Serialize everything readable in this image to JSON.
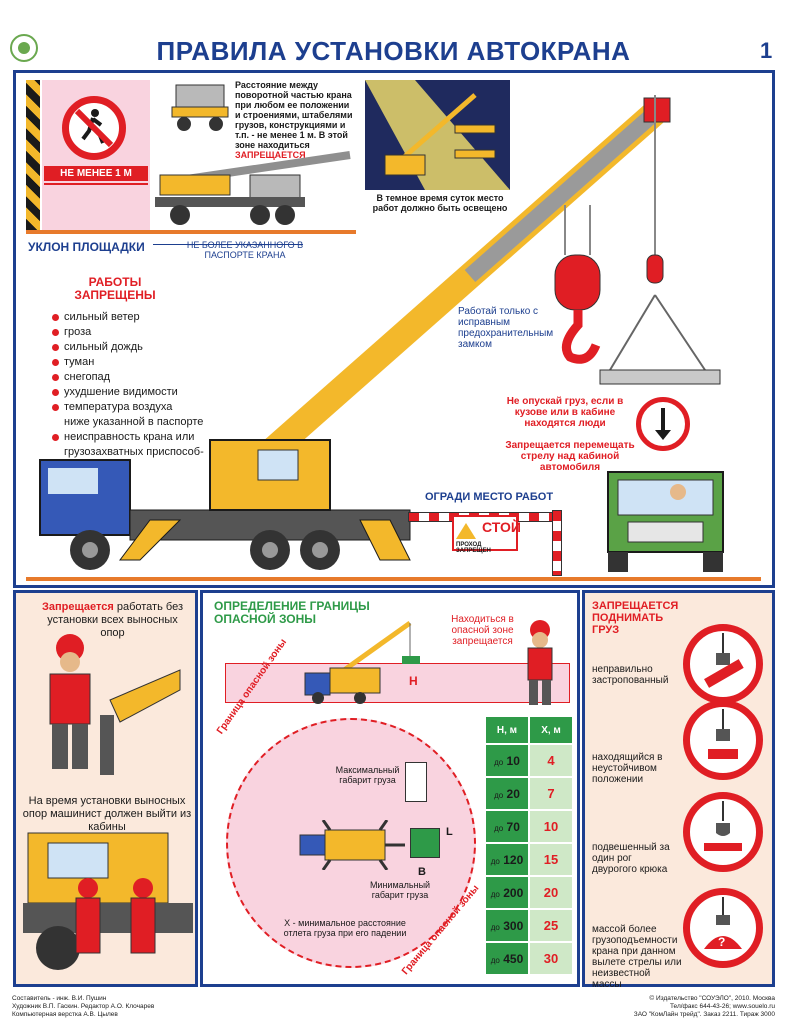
{
  "title": "ПРАВИЛА УСТАНОВКИ АВТОКРАНА",
  "page_number": "1",
  "top": {
    "min_distance_label": "НЕ МЕНЕЕ 1 М",
    "distance_rule": "Расстояние между поворотной частью крана при любом ее положении и строениями, штабелями грузов, конструкциями и т.п. - не менее 1 м. В этой зоне находиться",
    "distance_forbidden": "ЗАПРЕЩАЕТСЯ",
    "night_rule": "В темное время суток место работ должно быть освещено",
    "slope_title": "УКЛОН ПЛОЩАДКИ",
    "slope_note": "НЕ БОЛЕЕ УКАЗАННОГО В ПАСПОРТЕ КРАНА",
    "works_forbidden": "РАБОТЫ ЗАПРЕЩЕНЫ",
    "conditions": [
      {
        "text": "сильный ветер",
        "dot": true
      },
      {
        "text": "гроза",
        "dot": true
      },
      {
        "text": "сильный дождь",
        "dot": true
      },
      {
        "text": "туман",
        "dot": true
      },
      {
        "text": "снегопад",
        "dot": true
      },
      {
        "text": "ухудшение видимости",
        "dot": true
      },
      {
        "text": "температура воздуха",
        "dot": true
      },
      {
        "text": "ниже указанной в паспорте",
        "dot": false
      },
      {
        "text": "неисправность крана или",
        "dot": true
      },
      {
        "text": "грузозахватных приспособ-",
        "dot": false
      },
      {
        "text": "лений",
        "dot": false
      }
    ],
    "hook_rule": "Работай только с исправным предохранительным замком",
    "no_lower_rule": "Не опускай груз, если в кузове или в кабине находятся люди",
    "no_boom_rule": "Запрещается перемещать стрелу над кабиной автомобиля",
    "fence_rule": "ОГРАДИ МЕСТО РАБОТ",
    "stop_sign": "СТОЙ",
    "stop_sub": "ПРОХОД ЗАПРЕЩЕН"
  },
  "left": {
    "outriggers_forbidden": "Запрещается",
    "outriggers_rule": "работать без установки всех выносных опор",
    "operator_rule": "На время установки выносных опор машинист должен выйти из кабины"
  },
  "middle": {
    "title": "ОПРЕДЕЛЕНИЕ ГРАНИЦЫ ОПАСНОЙ ЗОНЫ",
    "in_zone_rule": "Находиться в опасной зоне запрещается",
    "h_label": "Н",
    "zone_border_label": "Граница опасной зоны",
    "max_size": "Максимальный габарит груза",
    "min_size": "Минимальный габарит груза",
    "l_label": "L",
    "b_label": "В",
    "x_note": "Х - минимальное расстояние отлета груза при его падении",
    "table_head": [
      "Н, м",
      "Х, м"
    ],
    "table_rows": [
      {
        "h": "10",
        "x": "4"
      },
      {
        "h": "20",
        "x": "7"
      },
      {
        "h": "70",
        "x": "10"
      },
      {
        "h": "120",
        "x": "15"
      },
      {
        "h": "200",
        "x": "20"
      },
      {
        "h": "300",
        "x": "25"
      },
      {
        "h": "450",
        "x": "30"
      }
    ],
    "prefix": "до"
  },
  "right": {
    "title": "ЗАПРЕЩАЕТСЯ ПОДНИМАТЬ ГРУЗ",
    "items": [
      "неправильно застропованный",
      "находящийся в неустойчивом положении",
      "подвешенный за один рог двурогого крюка",
      "массой более грузоподъемности крана при данном вылете стрелы или неизвестной массы"
    ],
    "question": "?"
  },
  "footer": {
    "left": [
      "Составитель - инж. В.И. Пушин",
      "Художник В.П. Гаскин. Редактор А.О. Клочарев",
      "Компьютерная верстка А.В. Цылев"
    ],
    "right": [
      "© Издательство \"СОУЭЛО\", 2010. Москва",
      "Тел/факс 644-43-26; www.souelo.ru",
      "ЗАО \"КомЛайн трейд\". Заказ 2211. Тираж 3000"
    ]
  },
  "colors": {
    "brand_blue": "#1d3f8f",
    "warning_red": "#e01e24",
    "crane_yellow": "#f3b82b",
    "zone_pink": "#f9d3df",
    "panel_peach": "#fbe9dc",
    "table_green": "#2e9a48"
  }
}
